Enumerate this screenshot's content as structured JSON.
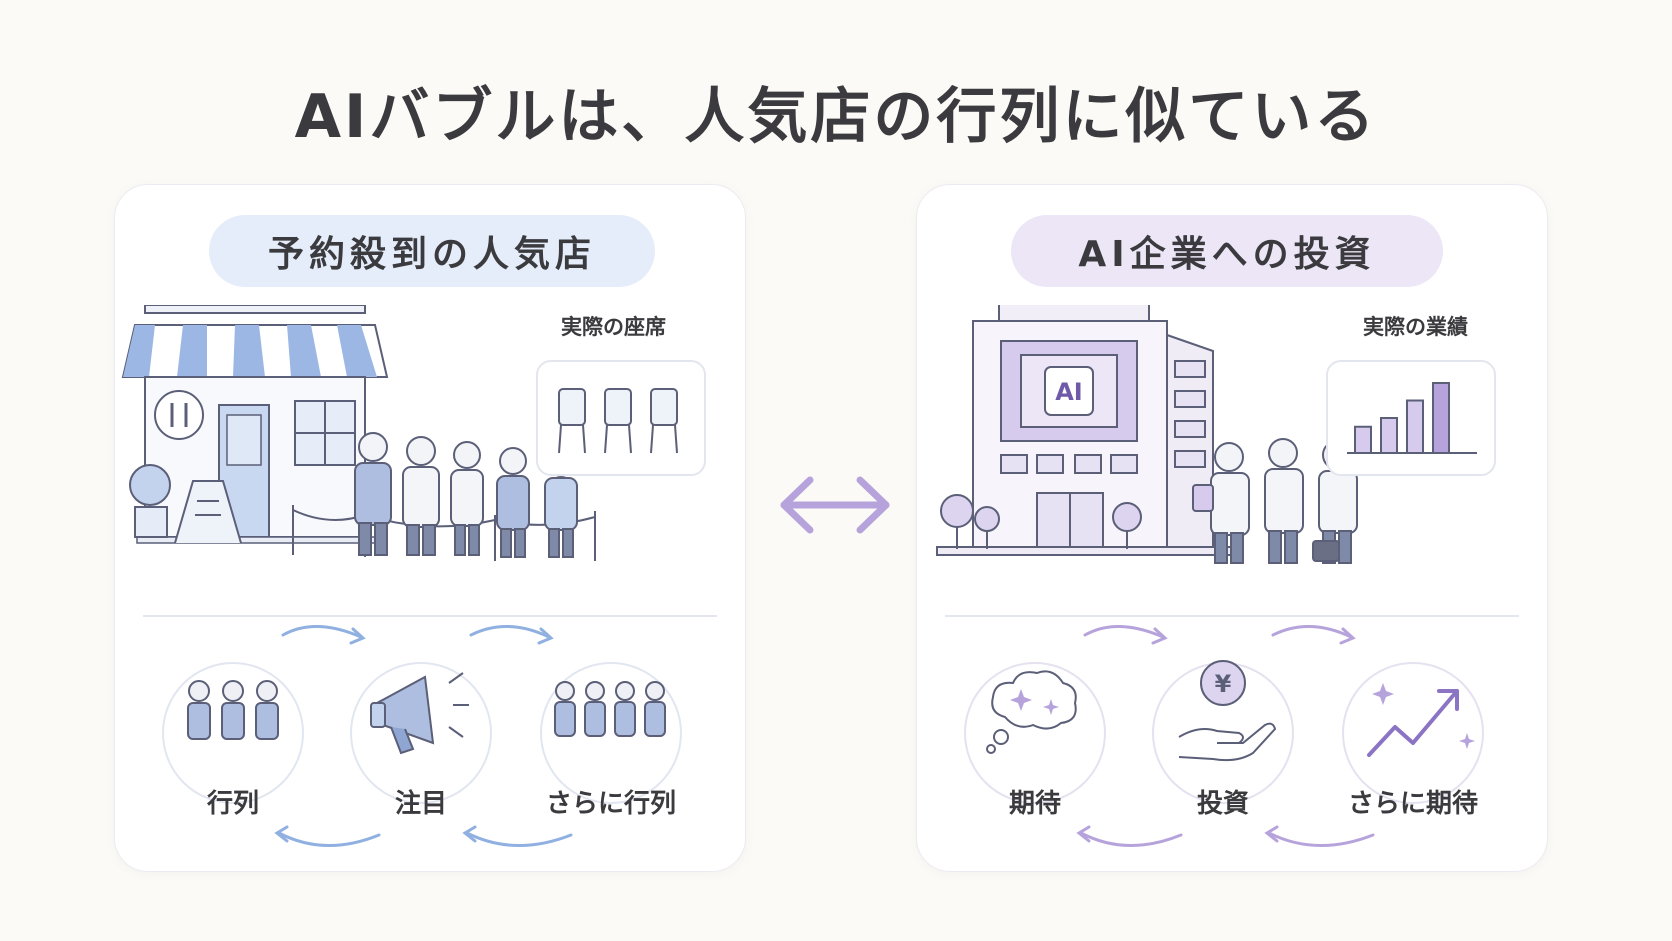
{
  "title": "AIバブルは、人気店の行列に似ている",
  "left": {
    "heading": "予約殺到の人気店",
    "caption": "実際の座席",
    "cycle": [
      "行列",
      "注目",
      "さらに行列"
    ]
  },
  "right": {
    "heading": "AI企業への投資",
    "caption": "実際の業績",
    "building_sign": "AI",
    "cycle": [
      "期待",
      "投資",
      "さらに期待"
    ],
    "currency_symbol": "¥",
    "bar_values": [
      3,
      4,
      6,
      8
    ]
  },
  "colors": {
    "left_accent": "#8fb0e0",
    "right_accent": "#b7a3dc",
    "line": "#5b5f78"
  }
}
